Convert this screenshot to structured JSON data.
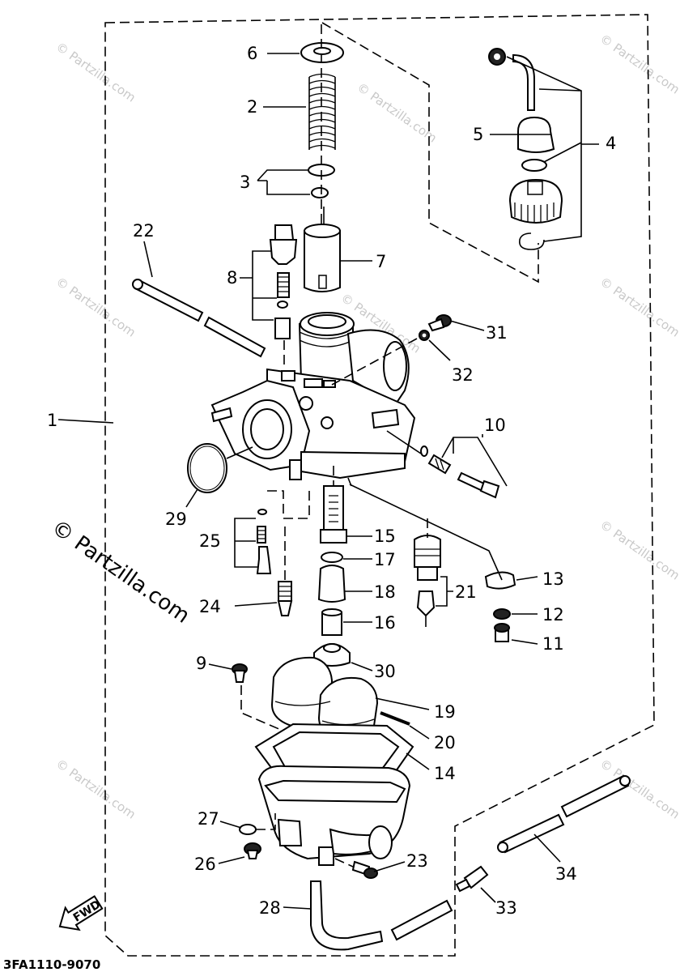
{
  "diagram": {
    "part_code": "3FA1110-9070",
    "direction_label": "FWD",
    "watermark_main": "© Partzilla.com",
    "watermark_small": "© Partzilla.com",
    "callouts": [
      "1",
      "2",
      "3",
      "4",
      "5",
      "6",
      "7",
      "8",
      "9",
      "10",
      "11",
      "12",
      "13",
      "14",
      "15",
      "16",
      "17",
      "18",
      "19",
      "20",
      "21",
      "22",
      "23",
      "24",
      "25",
      "26",
      "27",
      "28",
      "29",
      "30",
      "31",
      "32",
      "33",
      "34"
    ]
  }
}
